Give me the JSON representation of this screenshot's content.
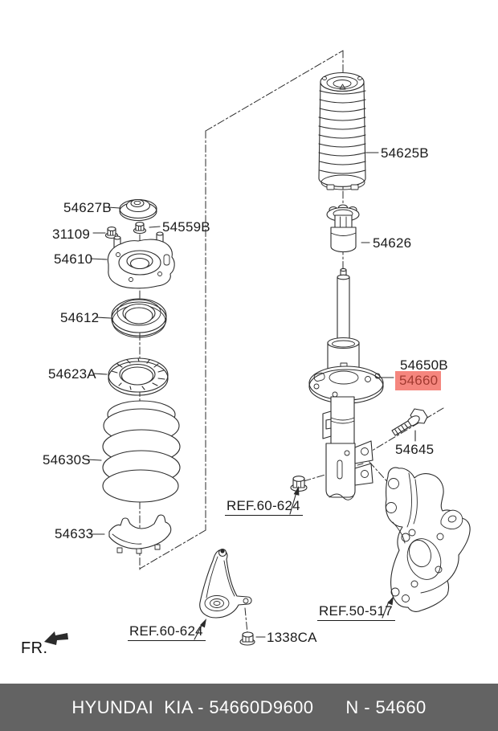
{
  "palette": {
    "line": "#2b2b2b",
    "highlight_bg": "#f5867e",
    "highlight_text": "#a23a31",
    "footer_bg": "#636363",
    "footer_text": "#ffffff"
  },
  "parts": [
    {
      "text": "54627B"
    },
    {
      "text": "31109"
    },
    {
      "text": "54559B"
    },
    {
      "text": "54610"
    },
    {
      "text": "54612"
    },
    {
      "text": "54623A"
    },
    {
      "text": "54630S"
    },
    {
      "text": "54633"
    },
    {
      "text": "54625B"
    },
    {
      "text": "54626"
    },
    {
      "text": "54650B"
    },
    {
      "text": "54660",
      "highlighted": true
    },
    {
      "text": "54645"
    },
    {
      "text": "REF.60-624"
    },
    {
      "text": "REF.60-624"
    },
    {
      "text": "REF.50-517"
    },
    {
      "text": "1338CA"
    }
  ],
  "fr_indicator": "FR.",
  "footer": {
    "catalog": "HYUNDAI  KIA - 54660D9600",
    "part": "N - 54660"
  }
}
